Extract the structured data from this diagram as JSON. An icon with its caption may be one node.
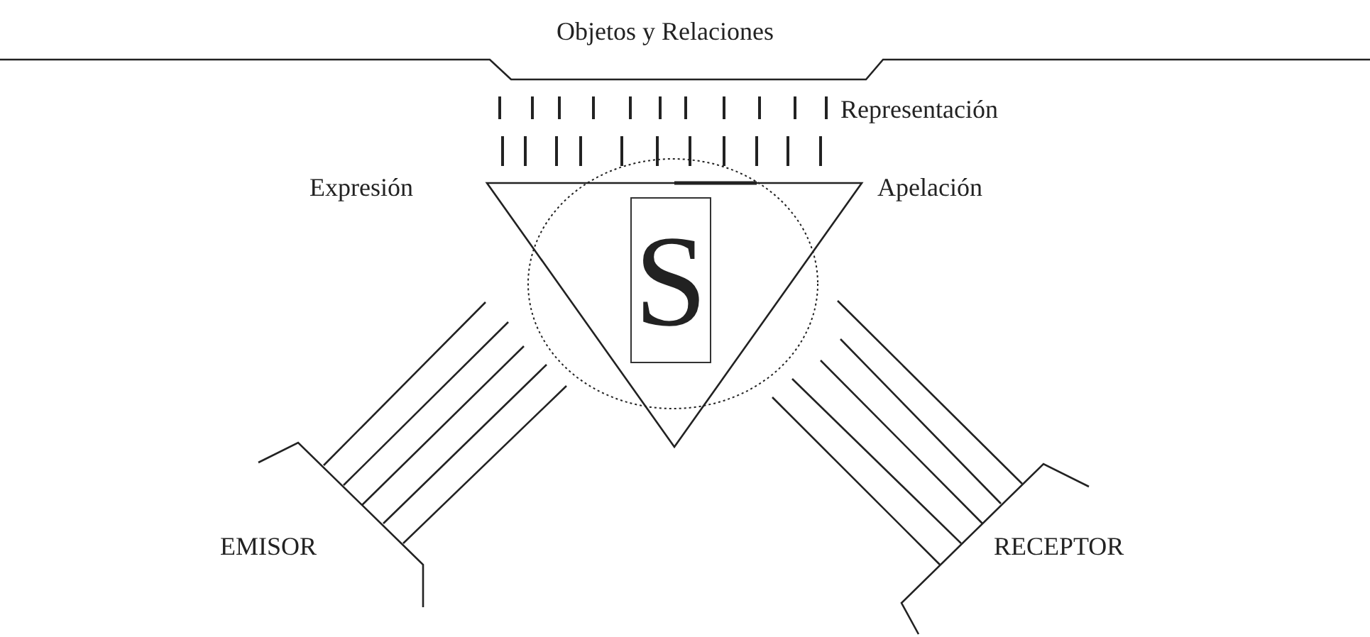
{
  "diagram": {
    "nodes": [
      {
        "text": [
          "S"
        ]
      }
    ],
    "edges": [],
    "labels": [
      "Objetos y Relaciones",
      "Representación",
      "Expresión",
      "Apelación",
      "EMISOR",
      "RECEPTOR"
    ]
  }
}
